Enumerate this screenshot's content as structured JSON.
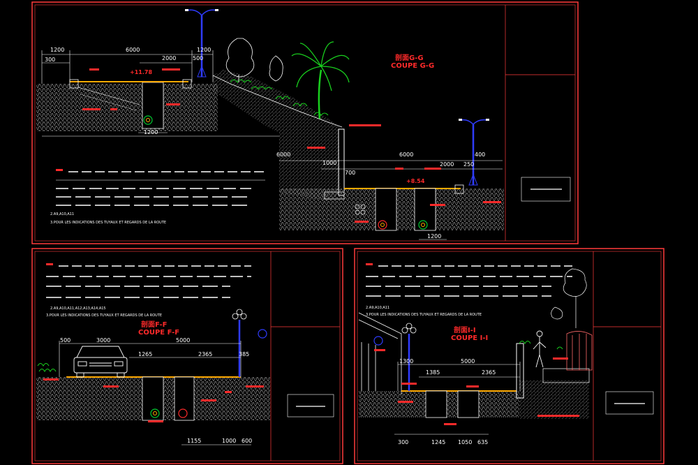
{
  "sheets": {
    "g": {
      "title_cn": "剖面G-G",
      "title_fr": "COUPE G-G",
      "dims_top": [
        "1200",
        "300",
        "6000",
        "2000",
        "500",
        "1200"
      ],
      "dims_mid": [
        "6000",
        "1000",
        "6000",
        "700",
        "2000",
        "250",
        "400"
      ],
      "dims_bot": [
        "1200",
        "1200"
      ],
      "elev_labels": [
        "+11.78",
        "+8.54"
      ],
      "note_lines": [
        "2.A9,A10,A11",
        "3.POUR LES INDICATIONS DES TUYAUX ET REGARDS DE LA ROUTE"
      ]
    },
    "f": {
      "title_cn": "剖面F-F",
      "title_fr": "COUPE F-F",
      "dims_top": [
        "500",
        "3000",
        "5000",
        "1265",
        "2365",
        "385"
      ],
      "dims_bot": [
        "1155",
        "1000",
        "600"
      ],
      "note_lines": [
        "2.A9,A10,A11,A12,A13,A14,A15",
        "3.POUR LES INDICATIONS DES TUYAUX ET REGARDS DE LA ROUTE"
      ]
    },
    "i": {
      "title_cn": "剖面I-I",
      "title_fr": "COUPE I-I",
      "dims_top": [
        "1300",
        "1385",
        "5000",
        "2365"
      ],
      "dims_bot": [
        "300",
        "1245",
        "1050",
        "635"
      ],
      "note_lines": [
        "2.A9,A10,A11",
        "3.POUR LES INDICATIONS DES TUYAUX ET REGARDS DE LA ROUTE"
      ]
    }
  },
  "colors": {
    "frame": "#ff3b3b",
    "dim": "#ffffff",
    "label": "#ff2a2a",
    "pole": "#2f3cff",
    "tree": "#19d01e",
    "ground": "#c8c8c8",
    "road": "#ffaa00",
    "pipe": "#00cc33"
  }
}
